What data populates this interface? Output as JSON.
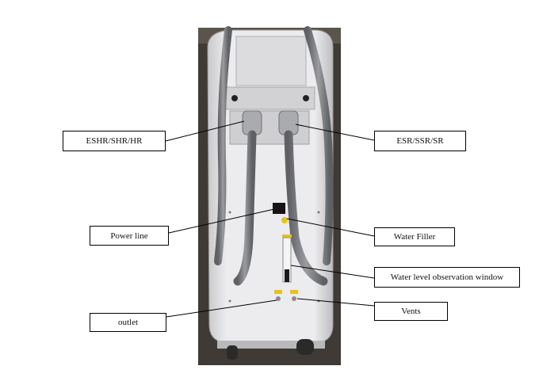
{
  "diagram": {
    "labels": {
      "handpiece_left": "ESHR/SHR/HR",
      "handpiece_right": "ESR/SSR/SR",
      "power_line": "Power line",
      "water_filler": "Water Filler",
      "water_window": "Water level observation window",
      "outlet": "outlet",
      "vents": "Vents"
    },
    "colors": {
      "machine_body": "#e4e4e6",
      "backdrop": "#3f3a35",
      "cable": "#7d7f82",
      "accent_yellow": "#e8c21c",
      "label_border": "#000000"
    }
  }
}
